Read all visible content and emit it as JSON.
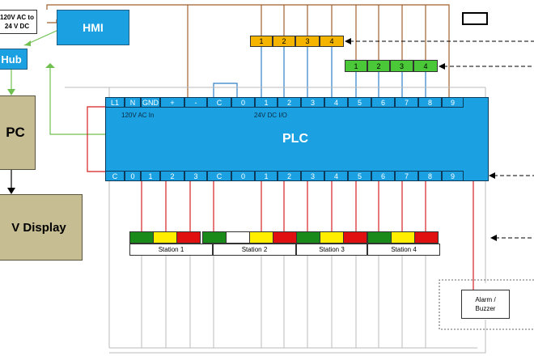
{
  "blocks": {
    "power_supply": {
      "line1": "120V AC to",
      "line2": "24 V DC"
    },
    "hmi": "HMI",
    "hub": "Hub",
    "pc": "PC",
    "display": "V Display",
    "plc": "PLC",
    "alarm": {
      "line1": "Alarm /",
      "line2": "Buzzer"
    }
  },
  "plc": {
    "top_terminals": [
      "L1",
      "N",
      "GND",
      "+",
      "-",
      "C",
      "0",
      "1",
      "2",
      "3",
      "4",
      "5",
      "6",
      "7",
      "8",
      "9"
    ],
    "bottom_terminals": [
      "C",
      "0",
      "1",
      "2",
      "3",
      "C",
      "0",
      "1",
      "2",
      "3",
      "4",
      "5",
      "6",
      "7",
      "8",
      "9"
    ],
    "ac_label": "120V AC In",
    "dc_label": "24V DC I/O"
  },
  "input_banks": {
    "orange": [
      "1",
      "2",
      "3",
      "4"
    ],
    "green": [
      "1",
      "2",
      "3",
      "4"
    ]
  },
  "stations": [
    "Station 1",
    "Station 2",
    "Station 3",
    "Station 4"
  ],
  "colors": {
    "plc_blue": "#1ba1e2",
    "tan": "#c7bd92",
    "orange_bank": "#f5b400",
    "green_bank": "#4ac838",
    "wire_brown": "#a0622d",
    "wire_blue": "#2f7fc8",
    "wire_red": "#d42020",
    "wire_green": "#70c050",
    "wire_gray": "#bbbbbb",
    "lamp_green": "#1a8a1a",
    "lamp_yellow": "#ffee00",
    "lamp_red": "#e01010"
  }
}
